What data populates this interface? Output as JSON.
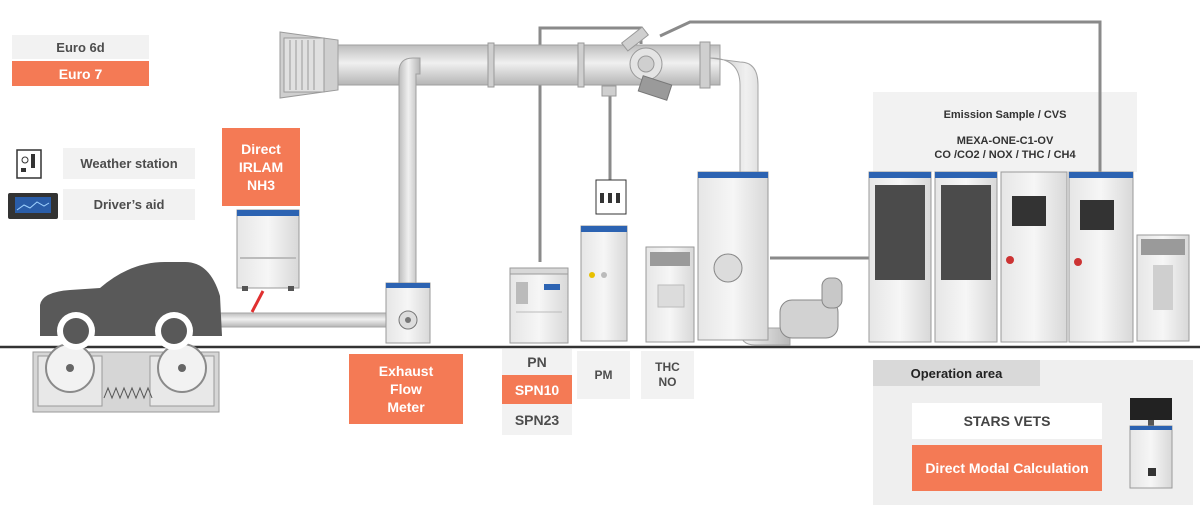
{
  "standards": {
    "euro6d": "Euro 6d",
    "euro7": "Euro 7"
  },
  "aux": {
    "weather_station": "Weather station",
    "drivers_aid": "Driver’s aid"
  },
  "irlam": {
    "line1": "Direct",
    "line2": "IRLAM",
    "line3": "NH3"
  },
  "efm": {
    "line1": "Exhaust",
    "line2": "Flow",
    "line3": "Meter"
  },
  "particles": {
    "pn": "PN",
    "spn10": "SPN10",
    "spn23": "SPN23"
  },
  "pm": "PM",
  "thc_no": {
    "line1": "THC",
    "line2": "NO"
  },
  "emission": {
    "title": "Emission Sample / CVS",
    "model": "MEXA-ONE-C1-OV",
    "gases": "CO /CO2 / NOX / THC / CH4"
  },
  "operation": {
    "title": "Operation area",
    "stars": "STARS  VETS",
    "modal": "Direct Modal Calculation"
  },
  "colors": {
    "accent": "#f47a55",
    "panel": "#f2f2f2",
    "pipe": "#d6d6d6",
    "line": "#888888"
  }
}
